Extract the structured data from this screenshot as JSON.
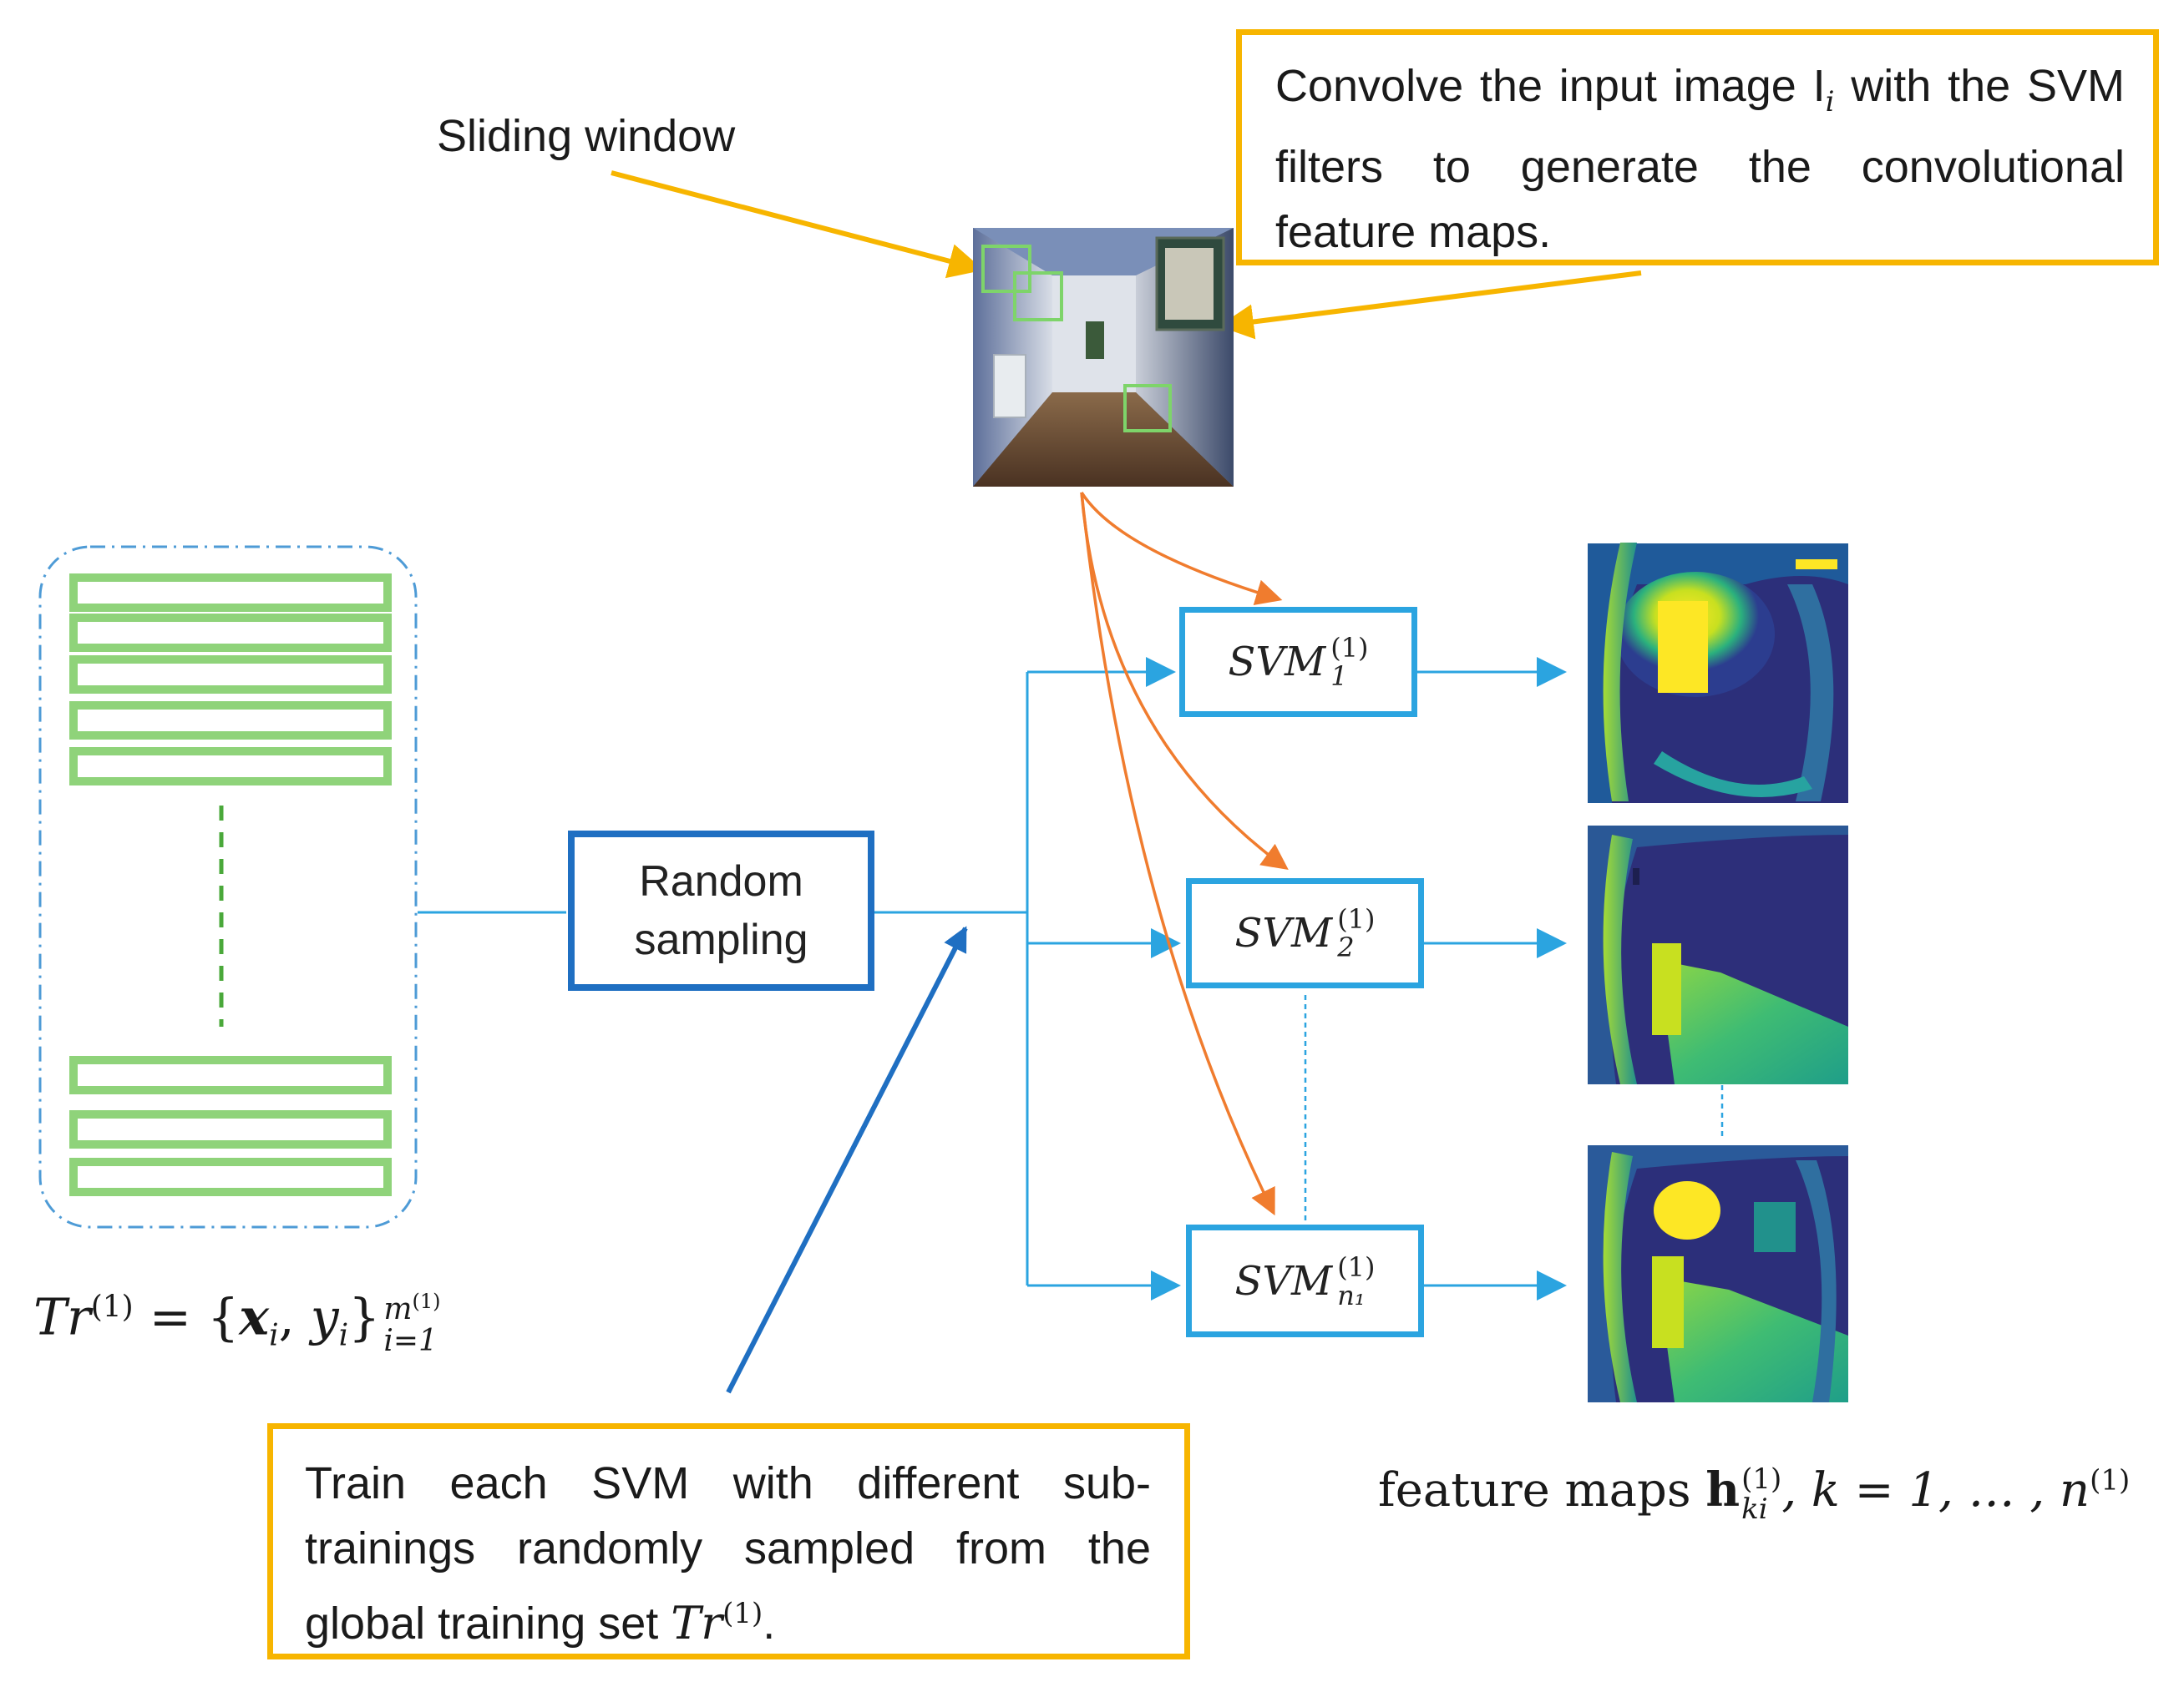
{
  "labels": {
    "sliding_window": "Sliding window",
    "random_sampling_line1": "Random",
    "random_sampling_line2": "sampling"
  },
  "callouts": {
    "convolve": "Convolve the input image I",
    "convolve_sub": "i",
    "convolve_rest": " with the SVM filters to generate the convolutional feature maps.",
    "train": "Train each SVM with different sub-trainings randomly sampled from the global training set ",
    "train_math": "Tr",
    "train_sup": "(1)",
    "train_end": "."
  },
  "svms": [
    {
      "name": "SVM",
      "sup": "(1)",
      "sub": "1"
    },
    {
      "name": "SVM",
      "sup": "(1)",
      "sub": "2"
    },
    {
      "name": "SVM",
      "sup": "(1)",
      "sub": "n₁"
    }
  ],
  "training_set_formula": {
    "lhs": "Tr",
    "lhs_sup": "(1)",
    "eq": " = {",
    "x": "x",
    "x_sub": "i",
    "comma": ", ",
    "y": "y",
    "y_sub": "i",
    "close": "}",
    "range_sub": "i=1",
    "range_sup": "m",
    "range_sup_sup": "(1)"
  },
  "feature_maps_caption": {
    "prefix": "feature maps ",
    "h": "h",
    "h_sub": "ki",
    "h_sup": "(1)",
    "rest": ", k = 1, … , n",
    "rest_sup": "(1)"
  },
  "colors": {
    "callout_border": "#f7b500",
    "svm_border": "#2ba4e0",
    "sampling_border": "#1f6fc2",
    "flow_line": "#2ba4e0",
    "orange_arrow": "#f07c2e",
    "train_arrow": "#1f6fc2",
    "sample_rect": "#8fd37a",
    "divider": "#4aa83a"
  },
  "icons": {
    "feature_map": "heatmap-image",
    "input_image": "corridor-photo"
  }
}
